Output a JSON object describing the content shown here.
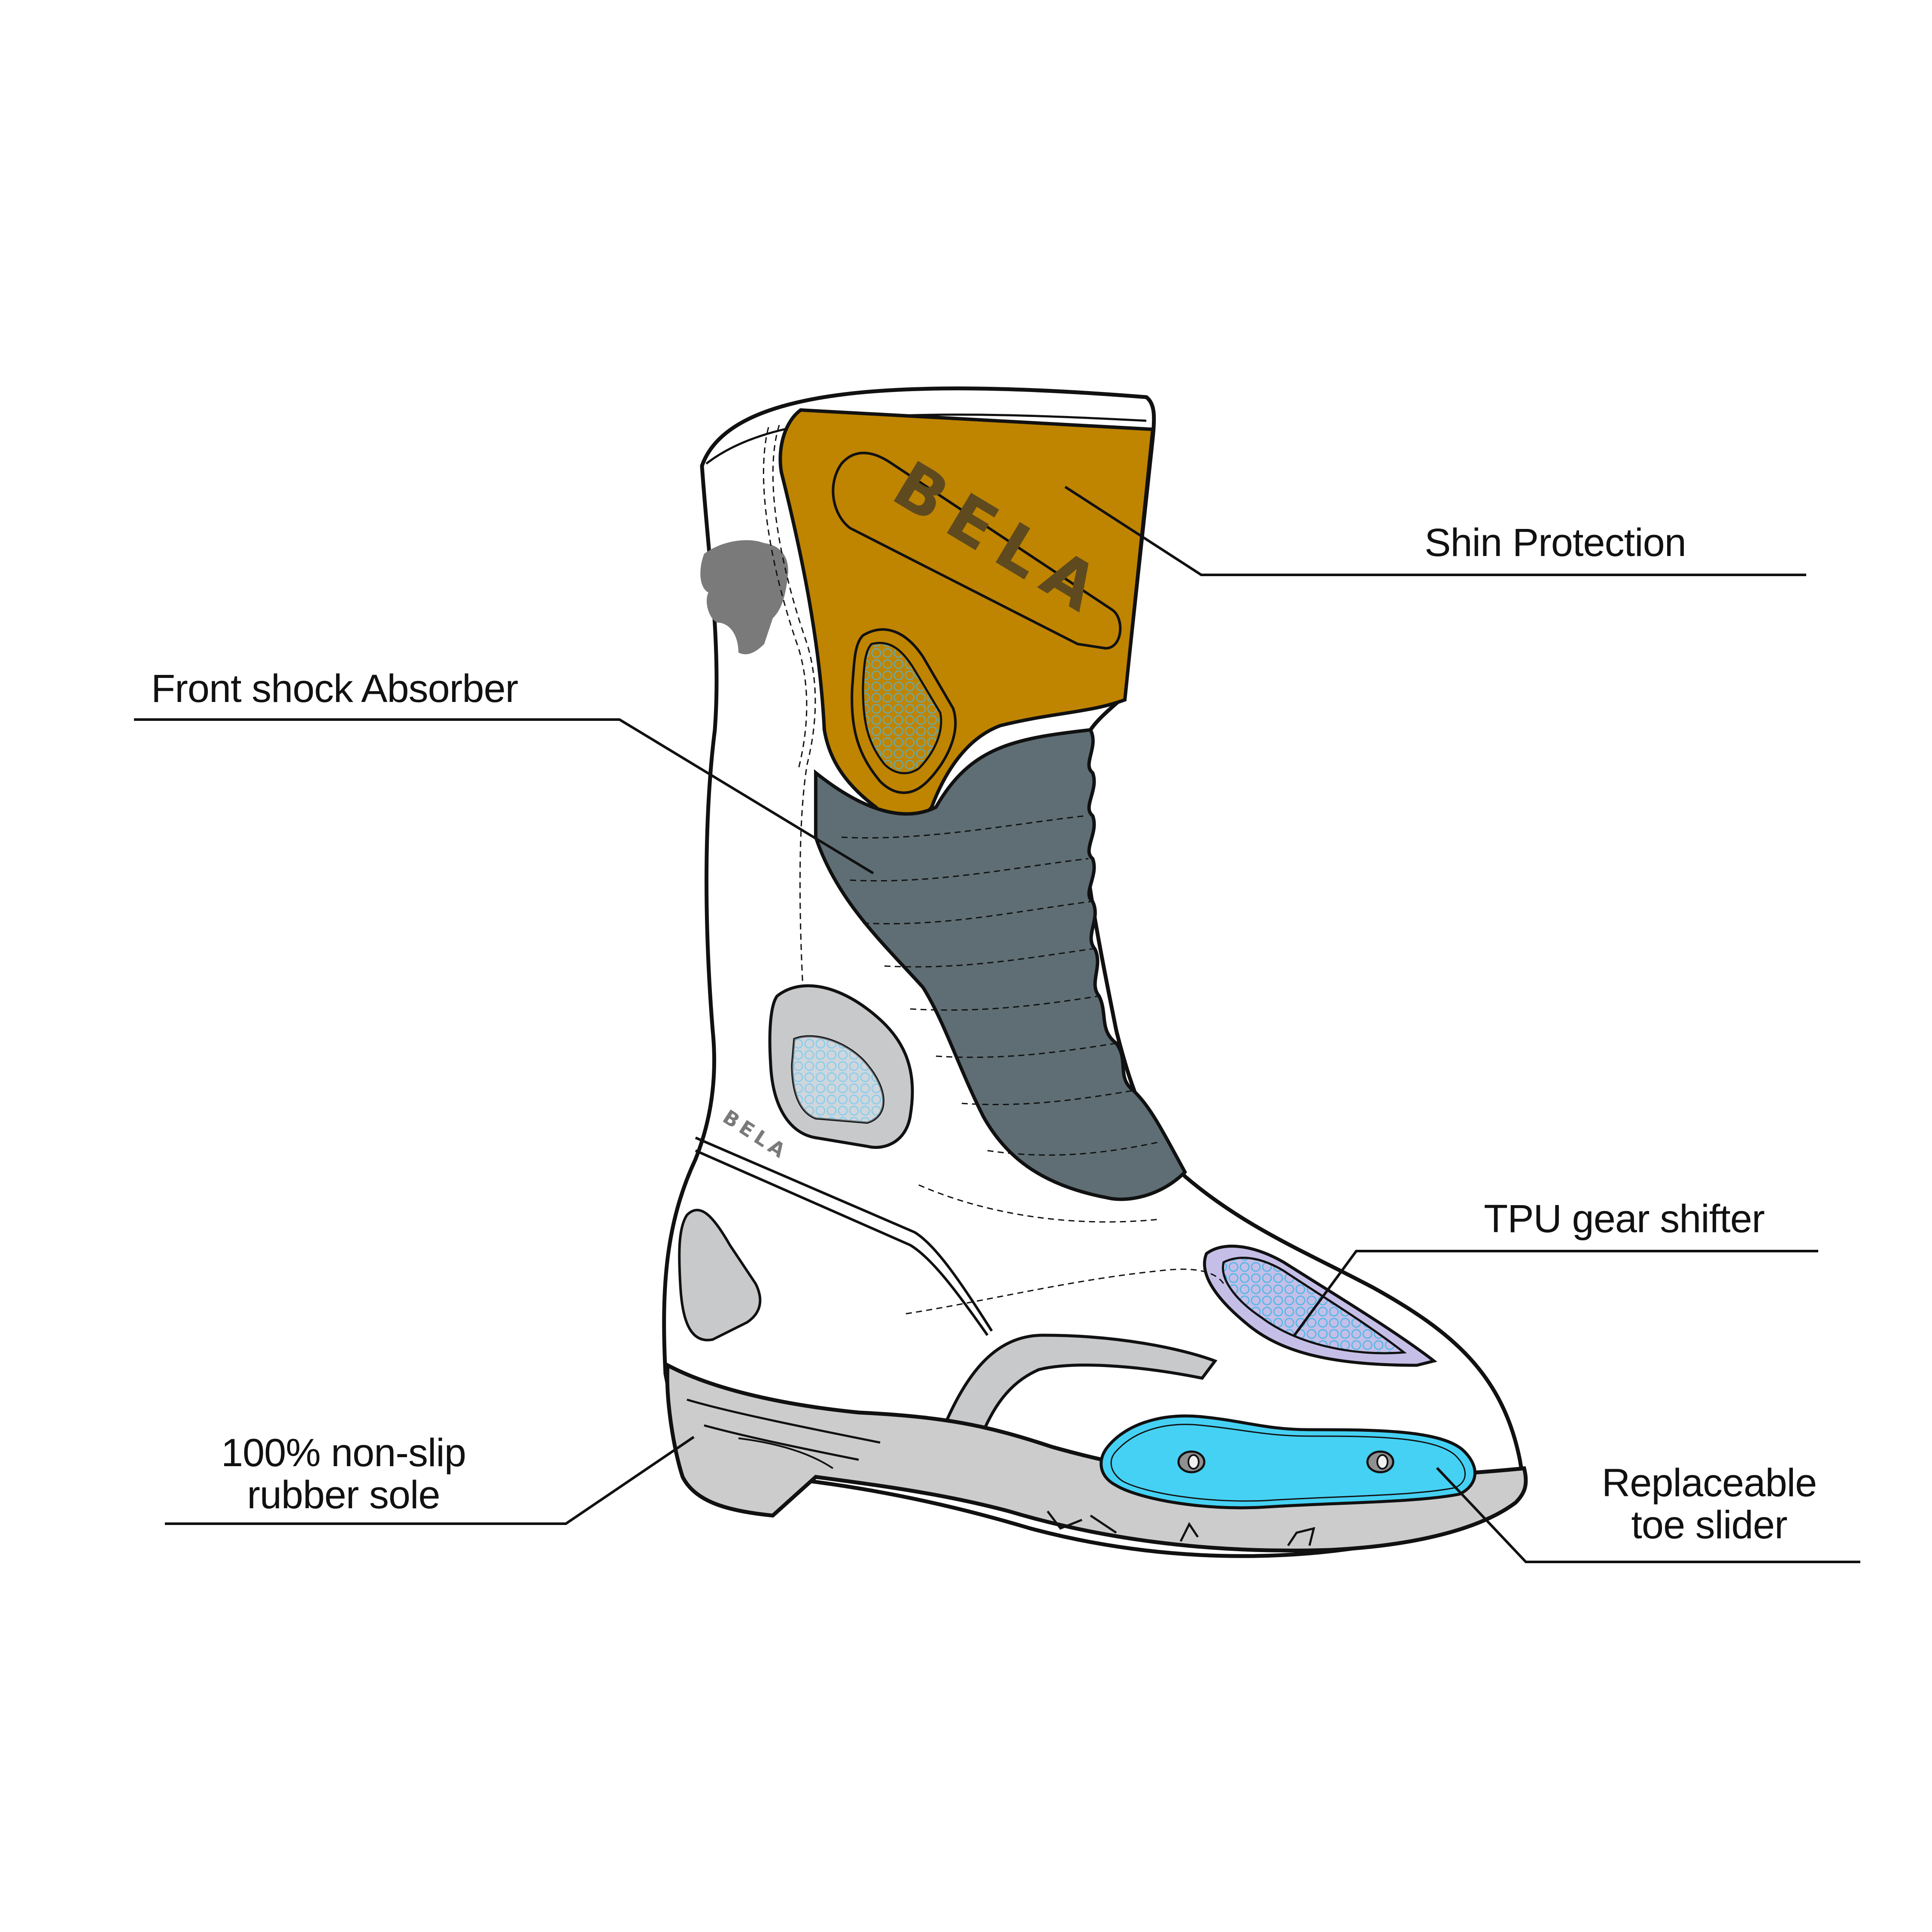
{
  "diagram": {
    "subject": "Motorcycle racing boot feature callouts",
    "brand_mark": "BELA",
    "colors": {
      "shin_plate": "#BF8400",
      "logo_text": "#5E4A1E",
      "shock_absorber": "#5E6E74",
      "sole": "#CCCCCC",
      "side_vent": "#C7C9CB",
      "mesh_blue": "#5AB8E6",
      "gear_shifter": "#C5BFE8",
      "toe_slider": "#45D1F4",
      "toe_screw": "#8E9092",
      "bear_logo": "#7A7A7A",
      "outline": "#111111"
    },
    "callouts": [
      {
        "id": "shin",
        "lines": [
          "Shin Protection"
        ]
      },
      {
        "id": "shock",
        "lines": [
          "Front shock Absorber"
        ]
      },
      {
        "id": "gear",
        "lines": [
          "TPU gear shifter"
        ]
      },
      {
        "id": "sole",
        "lines": [
          "100% non-slip",
          "rubber sole"
        ]
      },
      {
        "id": "toe",
        "lines": [
          "Replaceable",
          "toe slider"
        ]
      }
    ]
  }
}
